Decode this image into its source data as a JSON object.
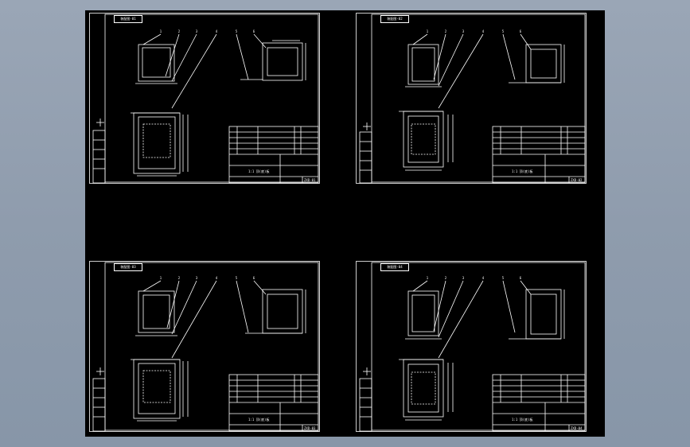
{
  "viewer": {
    "background_color": "#8f9cad",
    "canvas_color": "#000000",
    "line_color": "#ffffff"
  },
  "sheets": [
    {
      "label": "装配图-01",
      "title": "1:1 顶(底)板",
      "drawing_no": "ZXD-01",
      "callouts": [
        "1",
        "2",
        "3",
        "4",
        "5",
        "6"
      ]
    },
    {
      "label": "装配图-02",
      "title": "1:1 顶(底)板",
      "drawing_no": "ZXD-02",
      "callouts": [
        "1",
        "2",
        "3",
        "4",
        "5",
        "6"
      ]
    },
    {
      "label": "装配图-03",
      "title": "1:1 顶(底)板",
      "drawing_no": "ZXD-03",
      "callouts": [
        "1",
        "2",
        "3",
        "4",
        "5",
        "6"
      ]
    },
    {
      "label": "装配图-04",
      "title": "1:1 顶(底)板",
      "drawing_no": "ZXD-04",
      "callouts": [
        "1",
        "2",
        "3",
        "4",
        "5",
        "6"
      ]
    }
  ]
}
